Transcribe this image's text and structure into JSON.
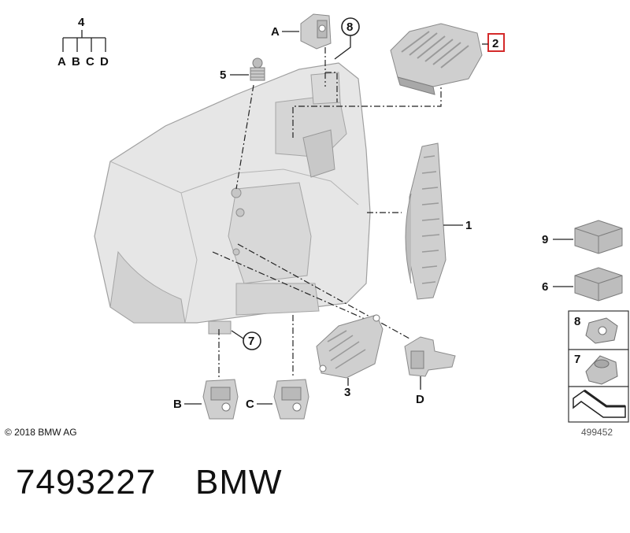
{
  "group_header": {
    "number": "4",
    "letters": [
      "A",
      "B",
      "C",
      "D"
    ]
  },
  "callouts": {
    "c1": "1",
    "c2": "2",
    "c3": "3",
    "c5": "5",
    "c6": "6",
    "c7": "7",
    "c8": "8",
    "c9": "9",
    "A": "A",
    "B": "B",
    "C": "C",
    "D": "D"
  },
  "legend": {
    "box8": "8",
    "box7": "7"
  },
  "copyright": "© 2018 BMW AG",
  "diagram_ref": "499452",
  "part_number": "7493227",
  "brand": "BMW",
  "colors": {
    "highlight": "#d42a2a"
  }
}
